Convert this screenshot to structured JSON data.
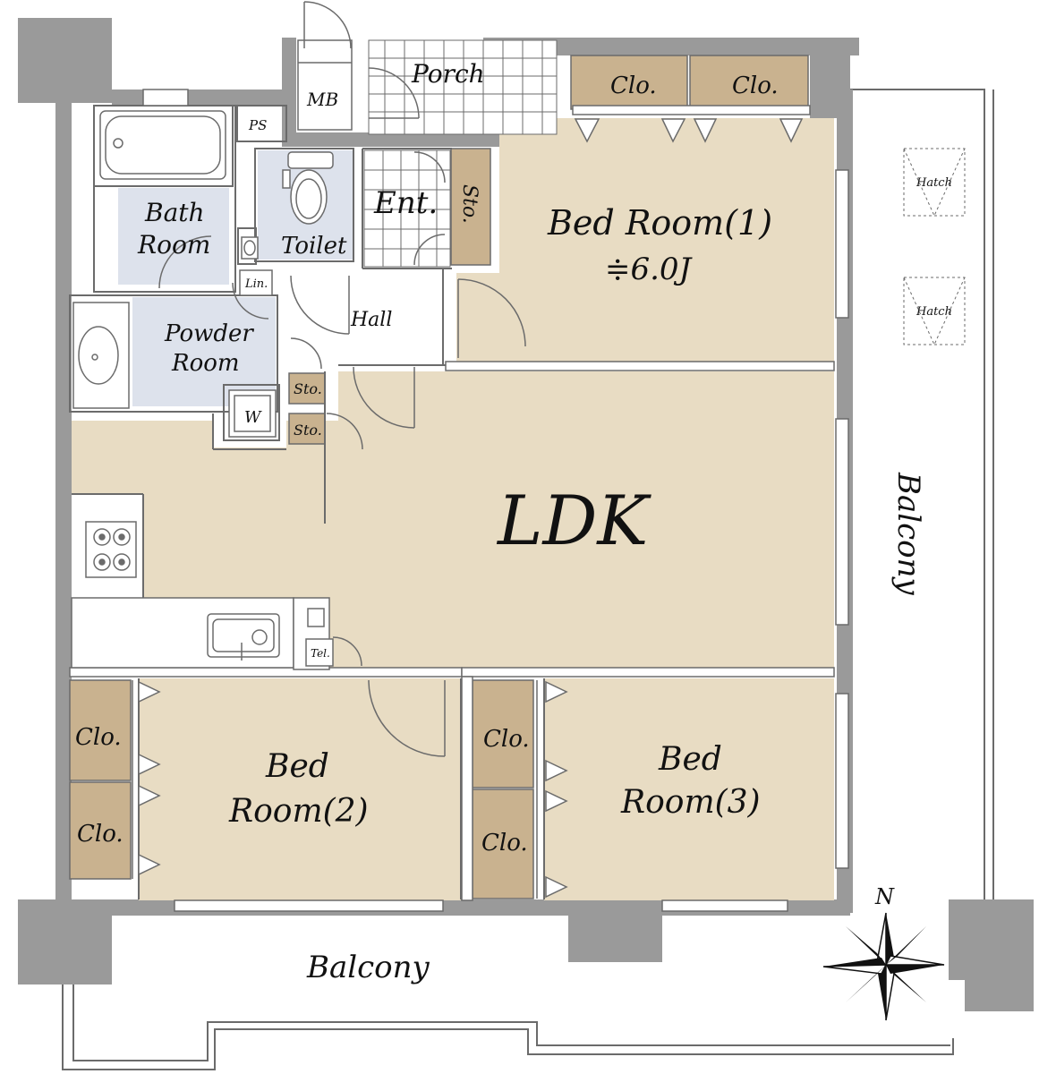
{
  "colors": {
    "room": "#e8dcc3",
    "closet": "#c9b28f",
    "wet": "#dde2ec",
    "wall": "#9a9a9a",
    "line": "#6b6b6b",
    "white": "#ffffff"
  },
  "labels": {
    "porch": "Porch",
    "mb": "MB",
    "ps": "PS",
    "clo": "Clo.",
    "bath_line1": "Bath",
    "bath_line2": "Room",
    "toilet": "Toilet",
    "ent": "Ent.",
    "sto": "Sto.",
    "bed1_name": "Bed Room(1)",
    "bed1_size": "≑6.0J",
    "lin": "Lin.",
    "hall": "Hall",
    "powder_line1": "Powder",
    "powder_line2": "Room",
    "washer": "W",
    "ldk": "LDK",
    "tel": "Tel.",
    "bed2_line1": "Bed",
    "bed2_line2": "Room(2)",
    "bed3_line1": "Bed",
    "bed3_line2": "Room(3)",
    "balcony_side": "Balcony",
    "balcony_bottom": "Balcony",
    "hatch": "Hatch",
    "north": "N"
  },
  "icons": [
    "bathtub-icon",
    "toilet-icon",
    "sink-icon",
    "washer-icon",
    "stove-icon",
    "kitchen-sink-icon",
    "compass-icon",
    "door-swing-icon"
  ]
}
